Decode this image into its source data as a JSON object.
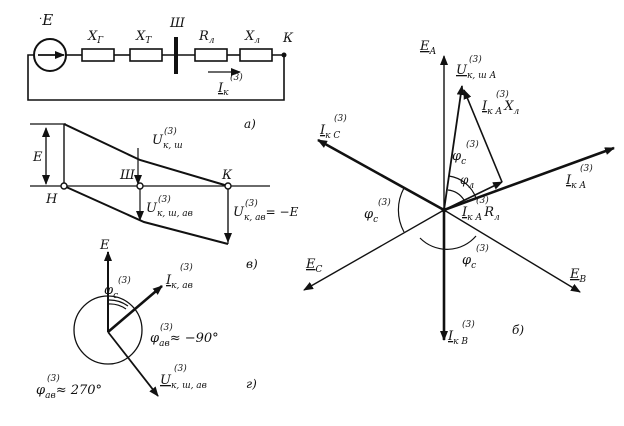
{
  "panel_a": {
    "source_label": "E",
    "source_sup": "·",
    "x_g": "X",
    "x_g_sub": "Г",
    "x_t": "X",
    "x_t_sub": "Т",
    "bus": "Ш",
    "r_l": "R",
    "r_l_sub": "л",
    "x_l": "X",
    "x_l_sub": "л",
    "node_k": "К",
    "current": "I",
    "current_sub": "к",
    "current_sup": "(3)",
    "tag": "а)"
  },
  "panel_v": {
    "e_label": "E",
    "node_n": "Н",
    "node_sh": "Ш",
    "node_k": "К",
    "u_ksh": "U",
    "u_ksh_sub": "к, ш",
    "u_ksh_sup": "(3)",
    "u_kshav": "U",
    "u_kshav_sub": "к, ш, ав",
    "u_kshav_sup": "(3)",
    "u_kav": "U",
    "u_kav_sub": "к, ав",
    "u_kav_sup": "(3)",
    "u_kav_eq": "= −E",
    "tag": "в)"
  },
  "panel_g": {
    "e_label": "E",
    "phi_c": "φ",
    "phi_c_sub": "с",
    "phi_c_sup": "(3)",
    "i_kav": "I",
    "i_kav_sub": "к, ав",
    "i_kav_sup": "(3)",
    "phi_av1": "φ",
    "phi_av1_sub": "ав",
    "phi_av1_sup": "(3)",
    "phi_av1_val": "≈ −90°",
    "phi_av2": "φ",
    "phi_av2_sub": "ав",
    "phi_av2_sup": "(3)",
    "phi_av2_val": "≈ 270°",
    "u_kshav": "U",
    "u_kshav_sub": "к, ш, ав",
    "u_kshav_sup": "(3)",
    "tag": "г)"
  },
  "panel_b": {
    "e_a": "E",
    "e_a_sub": "А",
    "e_b": "E",
    "e_b_sub": "В",
    "e_c": "E",
    "e_c_sub": "С",
    "u_ksha": "U",
    "u_ksha_sub": "к, ш А",
    "u_ksha_sup": "(3)",
    "i_kaxl": "I",
    "i_kaxl_sub": "к А",
    "i_kaxl_sup": "(3)",
    "i_kaxl_tail": "X",
    "i_kaxl_tail_sub": "л",
    "i_kc": "I",
    "i_kc_sub": "к С",
    "i_kc_sup": "(3)",
    "i_ka": "I",
    "i_ka_sub": "к А",
    "i_ka_sup": "(3)",
    "i_karl": "I",
    "i_karl_sub": "к А",
    "i_karl_sup": "(3)",
    "i_karl_tail": "R",
    "i_karl_tail_sub": "л",
    "i_kv": "I",
    "i_kv_sub": "к В",
    "i_kv_sup": "(3)",
    "phi_c_top": "φ",
    "phi_c_top_sub": "с",
    "phi_c_top_sup": "(3)",
    "phi_l": "φ",
    "phi_l_sub": "л",
    "phi_c_left": "φ",
    "phi_c_left_sub": "с",
    "phi_c_left_sup": "(3)",
    "phi_c_bottom": "φ",
    "phi_c_bottom_sub": "с",
    "phi_c_bottom_sup": "(3)",
    "tag": "б)"
  }
}
